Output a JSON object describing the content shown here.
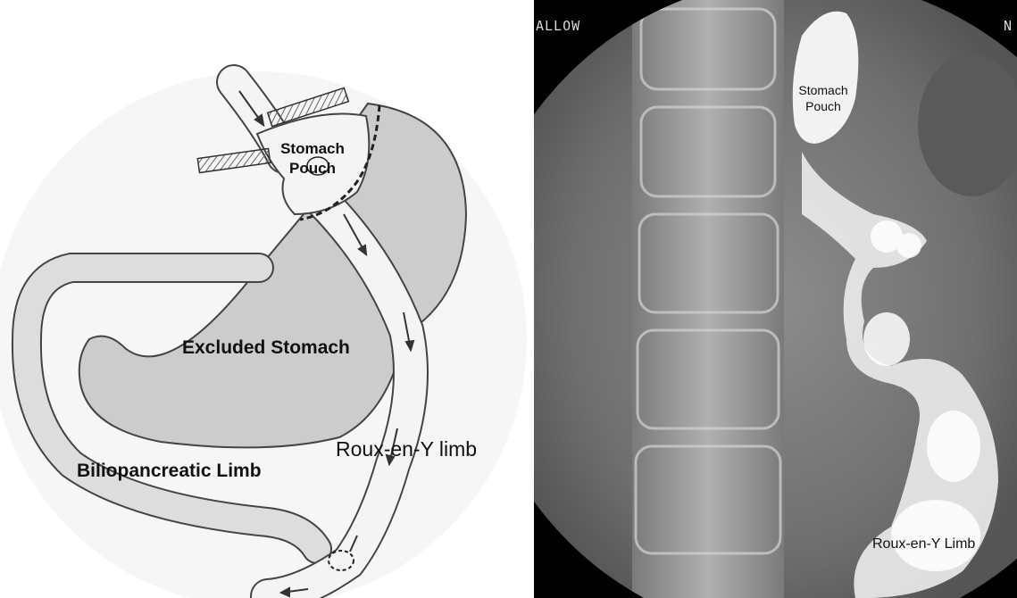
{
  "diagram": {
    "labels": {
      "stomach_pouch": "Stomach Pouch",
      "excluded_stomach": "Excluded Stomach",
      "roux_limb": "Roux-en-Y limb",
      "biliopancreatic_limb": "Biliopancreatic Limb"
    },
    "colors": {
      "organ_fill": "#cccccc",
      "outline": "#444444",
      "limb_fill": "#f4f4f4"
    }
  },
  "xray": {
    "corner_left": "ALLOW",
    "corner_right": "N",
    "labels": {
      "stomach_pouch": "Stomach Pouch",
      "roux_limb": "Roux-en-Y Limb"
    }
  }
}
